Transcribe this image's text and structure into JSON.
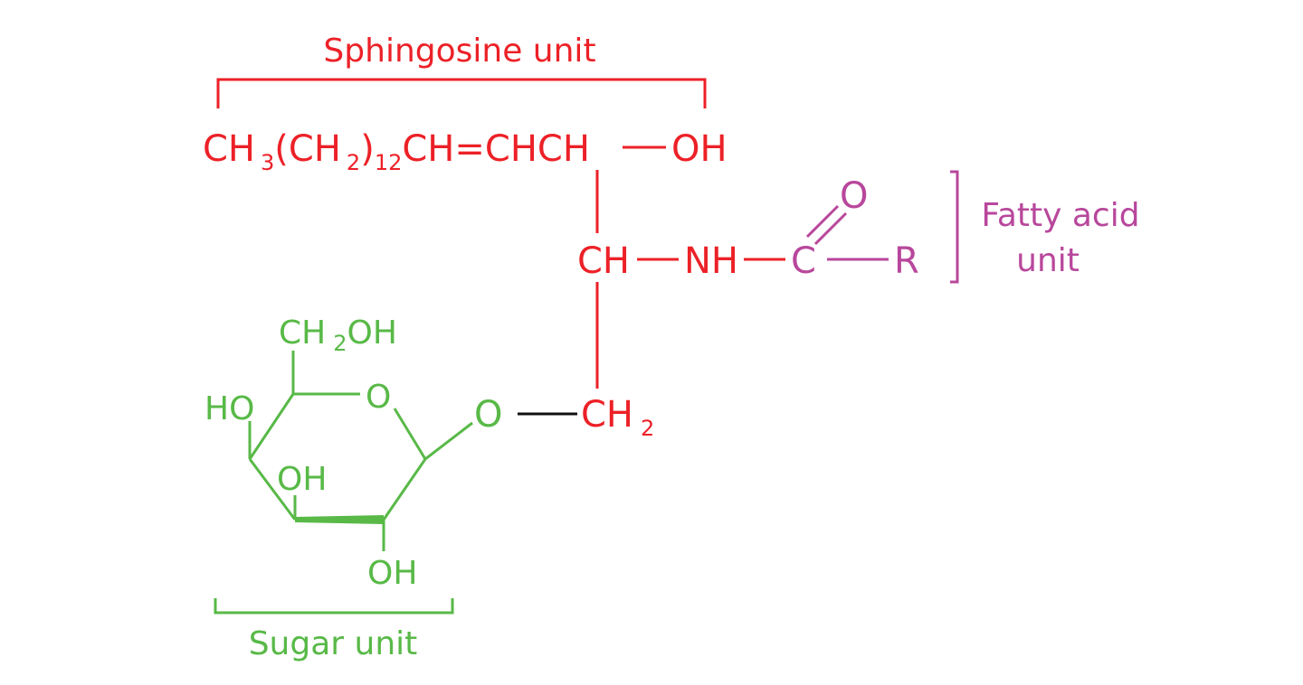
{
  "colors": {
    "sphingosine": "#ec2127",
    "sugar": "#58b947",
    "fatty_acid": "#b8479c",
    "bond_link": "#111111",
    "background": "#ffffff"
  },
  "labels": {
    "sphingosine_unit": "Sphingosine unit",
    "fatty_acid_unit_line1": "Fatty acid",
    "fatty_acid_unit_line2": "unit",
    "sugar_unit": "Sugar unit"
  },
  "sphingosine": {
    "chain_ch": "CH",
    "chain_sub3": "3",
    "chain_paren_ch": "(CH",
    "chain_sub2": "2",
    "chain_close_paren": ")",
    "chain_sub12": "12",
    "chain_rest": "CH=CHCH",
    "oh": "OH",
    "ch_mid": "CH",
    "nh": "NH",
    "ch2_ch": "CH",
    "ch2_sub": "2"
  },
  "fatty_acid": {
    "carbon": "C",
    "oxygen": "O",
    "r_group": "R"
  },
  "sugar": {
    "ch2oh_ch": "CH",
    "ch2oh_sub": "2",
    "ch2oh_oh": "OH",
    "ring_oxygen": "O",
    "glycosidic_oxygen": "O",
    "ho_c4": "HO",
    "oh_c3": "OH",
    "oh_c2": "OH"
  }
}
